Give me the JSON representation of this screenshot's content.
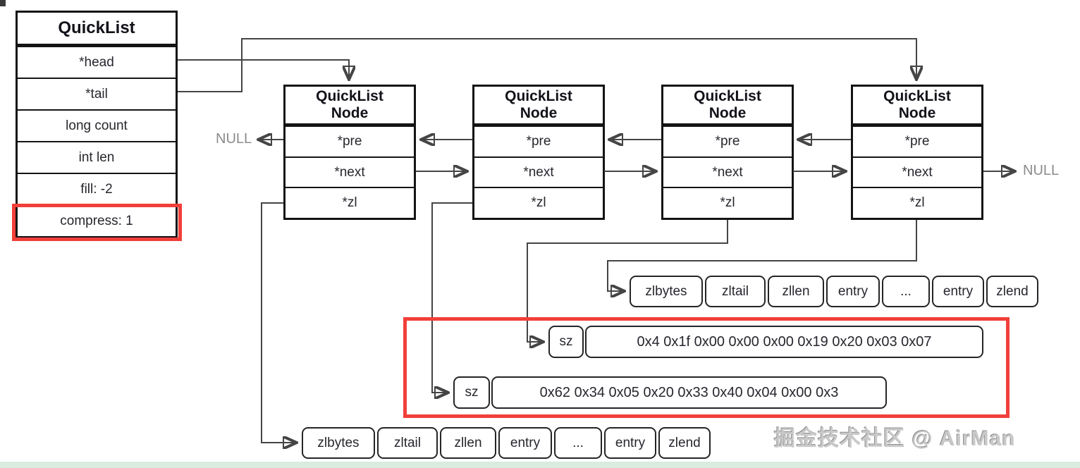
{
  "quicklist": {
    "title": "QuickList",
    "fields": [
      "*head",
      "*tail",
      "long count",
      "int len",
      "fill: -2",
      "compress: 1"
    ]
  },
  "node": {
    "title_line1": "QuickList",
    "title_line2": "Node",
    "fields": [
      "*pre",
      "*next",
      "*zl"
    ]
  },
  "labels": {
    "null_left": "NULL",
    "null_right": "NULL"
  },
  "ziplist": {
    "cells": [
      "zlbytes",
      "zltail",
      "zllen",
      "entry",
      "...",
      "entry",
      "zlend"
    ]
  },
  "sz_rows": [
    {
      "label": "sz",
      "value": "0x4 0x1f 0x00 0x00 0x00 0x19 0x20 0x03 0x07"
    },
    {
      "label": "sz",
      "value": "0x62 0x34 0x05 0x20 0x33 0x40 0x04 0x00 0x3"
    }
  ],
  "watermark": "掘金技术社区 @ AirMan",
  "colors": {
    "highlight_red": "#f23f3a",
    "line": "#454545",
    "null_gray": "#8b8b8b",
    "bottom_bar": "#d9ecdf"
  }
}
